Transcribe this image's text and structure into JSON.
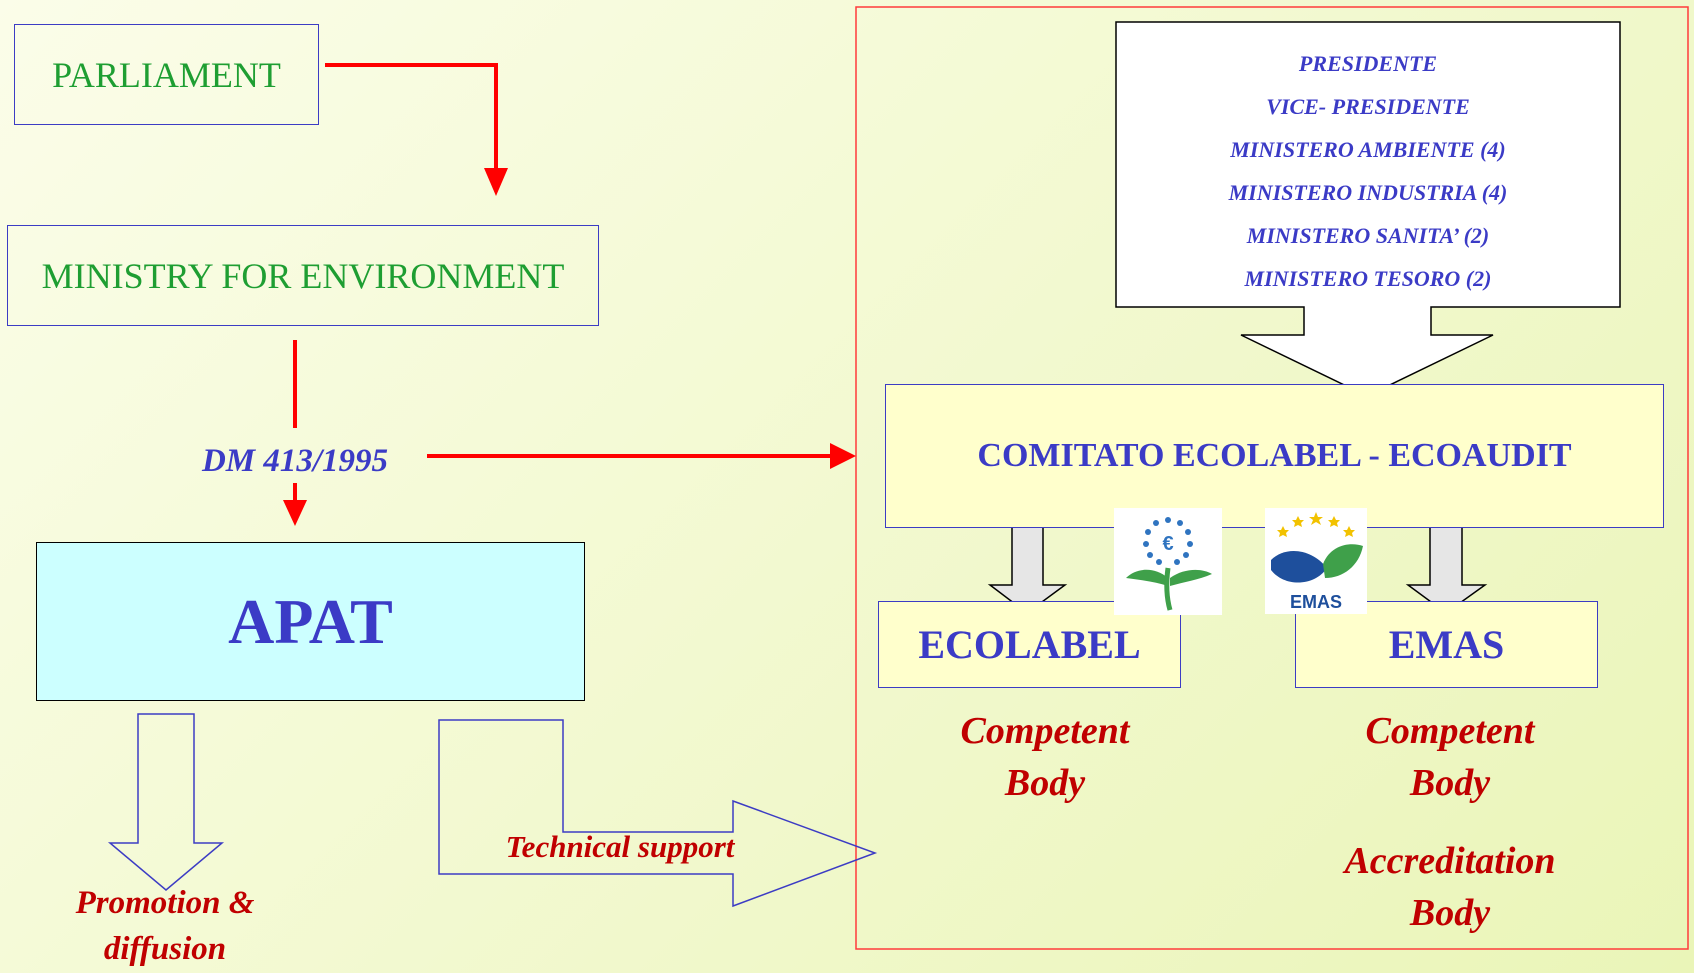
{
  "nodes": {
    "parliament": "PARLIAMENT",
    "ministry": "MINISTRY FOR ENVIRONMENT",
    "decree": "DM 413/1995",
    "apat": "APAT",
    "comitato": "COMITATO ECOLABEL - ECOAUDIT",
    "ecolabel": "ECOLABEL",
    "emas": "EMAS"
  },
  "members": [
    "PRESIDENTE",
    "VICE- PRESIDENTE",
    "MINISTERO  AMBIENTE (4)",
    "MINISTERO  INDUSTRIA (4)",
    "MINISTERO SANITA’ (2)",
    "MINISTERO TESORO  (2)"
  ],
  "labels": {
    "ecolabel_role_1": "Competent",
    "ecolabel_role_2": "Body",
    "emas_role_1": "Competent",
    "emas_role_2": "Body",
    "emas_accred_1": "Accreditation",
    "emas_accred_2": "Body",
    "technical_support": "Technical support",
    "promotion_1": "Promotion &",
    "promotion_2": "diffusion"
  },
  "logos": {
    "ecolabel_icon": "eu-ecolabel-flower-icon",
    "emas_icon": "emas-logo-icon",
    "emas_logo_text": "EMAS"
  },
  "colors": {
    "line_red": "#ff0000",
    "box_blue_border": "#3c3cc4",
    "green_text": "#1e9e32",
    "blue_text": "#3b3bc6",
    "red_text": "#c00000",
    "apat_fill": "#ccffff",
    "comitato_fill": "#ffffcc"
  }
}
